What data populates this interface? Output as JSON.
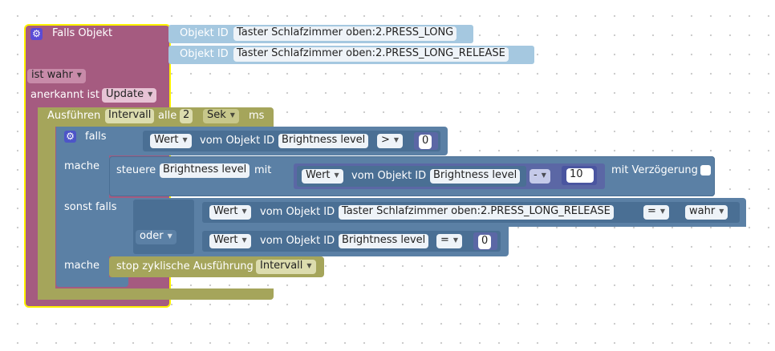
{
  "falls_objekt": {
    "title": "Falls Objekt",
    "condition_label": "ist wahr",
    "ack_label": "anerkannt ist",
    "ack_value": "Update",
    "objects": [
      {
        "prefix": "Objekt ID",
        "value": "Taster Schlafzimmer oben:2.PRESS_LONG"
      },
      {
        "prefix": "Objekt ID",
        "value": "Taster Schlafzimmer oben:2.PRESS_LONG_RELEASE"
      }
    ]
  },
  "interval": {
    "label_run": "Ausführen",
    "name": "Intervall",
    "label_every": "alle",
    "value": "2",
    "unit": "Sek",
    "label_ms": "ms"
  },
  "if_block": {
    "label_if": "falls",
    "cond1": {
      "wert": "Wert",
      "vom": "vom Objekt ID",
      "object": "Brightness level",
      "op": ">",
      "value": "0"
    },
    "label_do": "mache",
    "control": {
      "label": "steuere",
      "object": "Brightness level",
      "mit": "mit",
      "wert": "Wert",
      "vom": "vom Objekt ID",
      "src": "Brightness level",
      "op": "-",
      "value": "10",
      "delay_label": "mit Verzögerung"
    },
    "label_elseif": "sonst falls",
    "or": "oder",
    "cond2": {
      "wert": "Wert",
      "vom": "vom Objekt ID",
      "object": "Taster Schlafzimmer oben:2.PRESS_LONG_RELEASE",
      "op": "=",
      "value": "wahr"
    },
    "cond3": {
      "wert": "Wert",
      "vom": "vom Objekt ID",
      "object": "Brightness level",
      "op": "=",
      "value": "0"
    },
    "label_do2": "mache",
    "stop": {
      "label": "stop zyklische Ausführung",
      "name": "Intervall"
    }
  },
  "colors": {
    "event": "#a55b80",
    "timer": "#a5a55b",
    "logic": "#5b80a5",
    "object": "#a5c8e0",
    "math": "#5b67a5",
    "selection": "#fff200"
  }
}
